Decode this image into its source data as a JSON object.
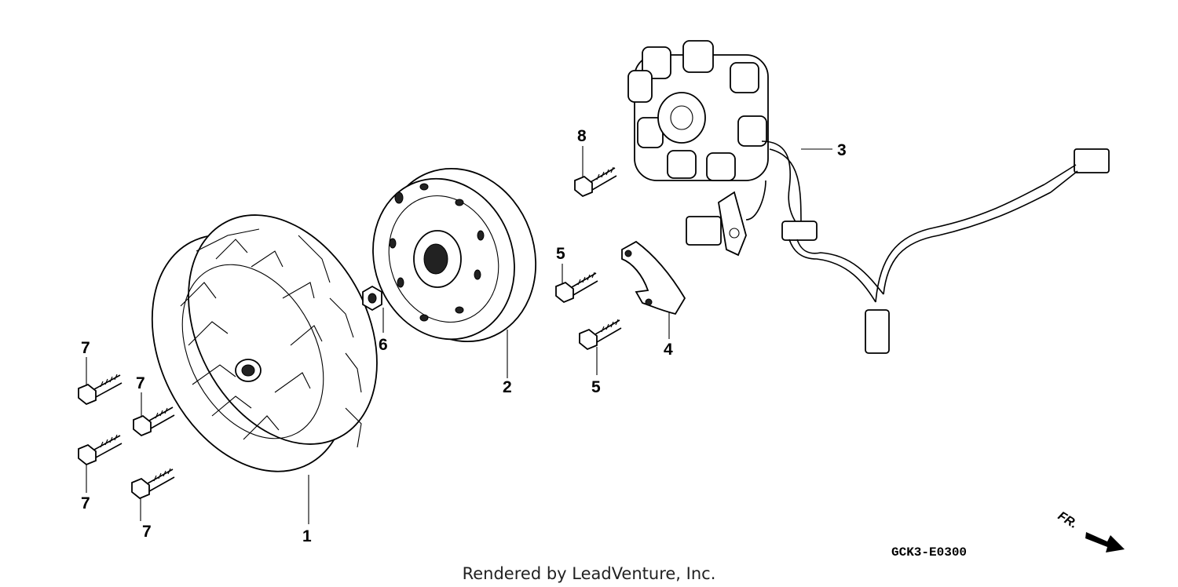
{
  "diagram": {
    "code": "GCK3-E0300",
    "credit": "Rendered by LeadVenture, Inc.",
    "direction_label": "FR.",
    "callouts": [
      {
        "id": "1",
        "label": "1"
      },
      {
        "id": "2",
        "label": "2"
      },
      {
        "id": "3",
        "label": "3"
      },
      {
        "id": "4",
        "label": "4"
      },
      {
        "id": "5a",
        "label": "5"
      },
      {
        "id": "5b",
        "label": "5"
      },
      {
        "id": "6",
        "label": "6"
      },
      {
        "id": "7a",
        "label": "7"
      },
      {
        "id": "7b",
        "label": "7"
      },
      {
        "id": "7c",
        "label": "7"
      },
      {
        "id": "7d",
        "label": "7"
      },
      {
        "id": "8",
        "label": "8"
      }
    ]
  }
}
